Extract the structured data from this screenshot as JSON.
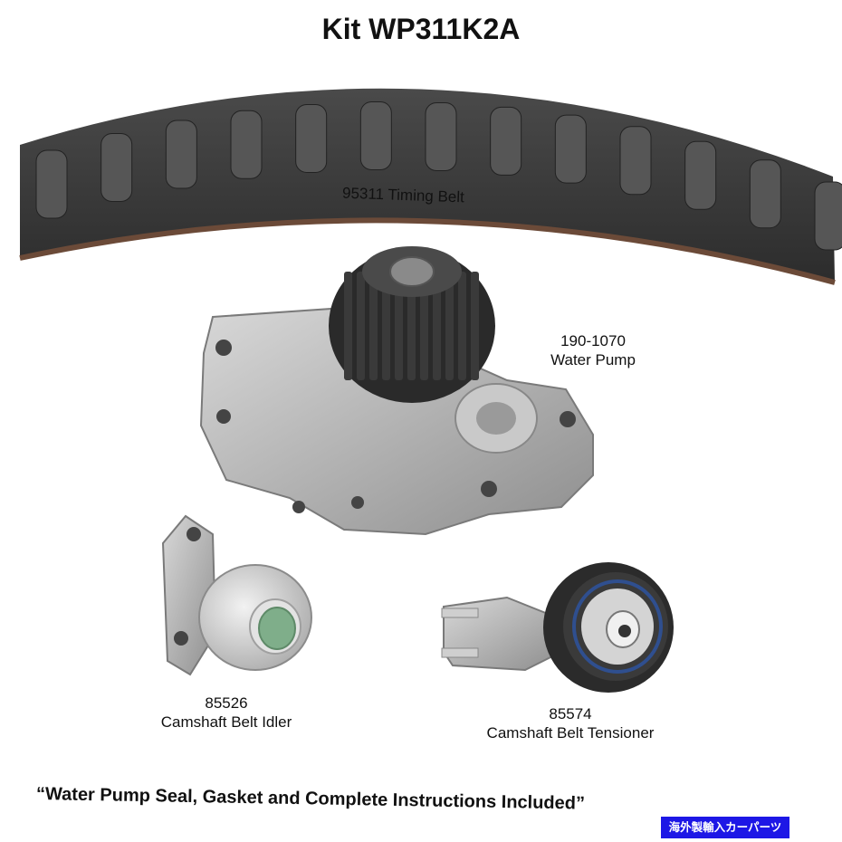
{
  "kit_title": "Kit WP311K2A",
  "parts": {
    "timing_belt": "95311 Timing Belt",
    "water_pump": {
      "number": "190-1070",
      "name": "Water Pump"
    },
    "idler": {
      "number": "85526",
      "name": "Camshaft Belt Idler"
    },
    "tensioner": {
      "number": "85574",
      "name": "Camshaft Belt Tensioner"
    }
  },
  "footer_note": "“Water Pump Seal, Gasket and Complete Instructions Included”",
  "watermark_badge": "海外製輸入カーパーツ",
  "colors": {
    "badge": "#1d17e6",
    "belt": "#3a3a3a",
    "belt_edge": "#6b4a38",
    "metal": "#b9b9b9",
    "seal_green": "#7fae8a",
    "tensioner_ring": "#2f4f8f"
  }
}
